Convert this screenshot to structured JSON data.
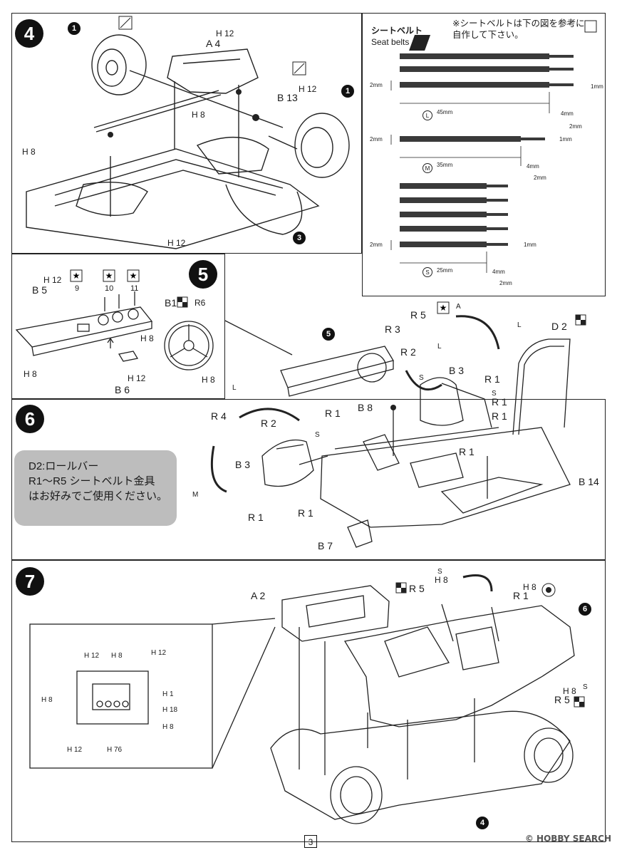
{
  "page": {
    "number": "3"
  },
  "watermark": "© HOBBY SEARCH",
  "step4": {
    "number": "4",
    "labels": [
      "A 4",
      "B 13",
      "H 8",
      "H 8",
      "H 12",
      "H 12",
      "H 12"
    ],
    "callouts": [
      "1",
      "1",
      "3"
    ]
  },
  "seatbelts": {
    "title_jp": "シートベルト",
    "title_en": "Seat belts",
    "instruction": "※シートベルトは下の図を参考に自作して下さい。",
    "L": {
      "label": "L",
      "dims": [
        "2mm",
        "1mm",
        "45mm",
        "4mm",
        "2mm"
      ]
    },
    "M": {
      "label": "M",
      "dims": [
        "2mm",
        "1mm",
        "35mm",
        "4mm",
        "2mm"
      ]
    },
    "S": {
      "label": "S",
      "dims": [
        "2mm",
        "1mm",
        "25mm",
        "4mm",
        "2mm"
      ]
    }
  },
  "step5": {
    "number": "5",
    "labels": [
      "B 5",
      "B 6",
      "B1",
      "R6",
      "H 12",
      "H 12",
      "H 8",
      "H 8",
      "H 8"
    ],
    "gauges": [
      "9",
      "10",
      "11"
    ]
  },
  "step6": {
    "number": "6",
    "labels": [
      "R 5",
      "R 3",
      "R 2",
      "B 3",
      "D 2",
      "B 8",
      "R 1",
      "R 4",
      "R 2",
      "B 3",
      "B 14",
      "B 7",
      "R 1",
      "R 1",
      "R 1",
      "R 1",
      "R 1",
      "R 1"
    ],
    "belt_tags": [
      "A",
      "L",
      "L",
      "S",
      "S",
      "L",
      "S",
      "M"
    ],
    "callouts": [
      "5"
    ]
  },
  "note": {
    "line1": "D2:ロールバー",
    "line2": "R1～R5 シートベルト金具",
    "line3": "はお好みでご使用ください。"
  },
  "step7": {
    "number": "7",
    "labels": [
      "A 2",
      "R 5",
      "R 1",
      "R 5",
      "H 8",
      "H 8",
      "H 8"
    ],
    "belt_tags": [
      "S",
      "S"
    ],
    "callouts": [
      "6",
      "4"
    ],
    "inset_labels": [
      "H 12",
      "H 8",
      "H 12",
      "H 8",
      "H 1",
      "H 18",
      "H 8",
      "H 12",
      "H 76"
    ]
  }
}
